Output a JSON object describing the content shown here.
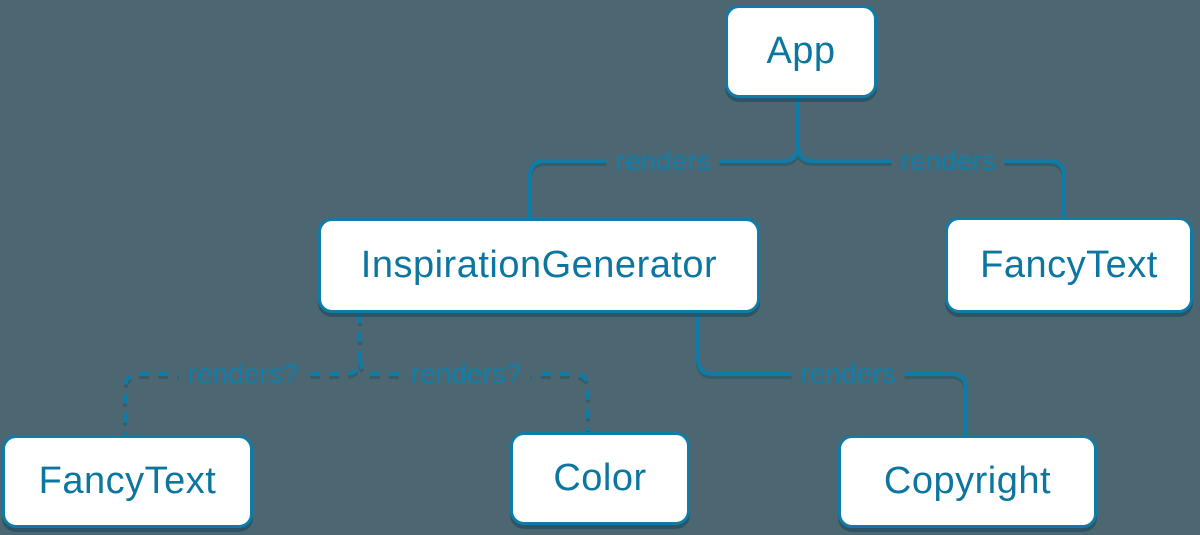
{
  "diagram": {
    "background_color": "#4c6771",
    "line_color": "#0e7ca6",
    "node_text_color": "#0c76a0",
    "edge_label_color": "#0f7fa9",
    "node_fill_color": "#ffffff",
    "nodes": {
      "app": {
        "label": "App"
      },
      "inspiration_generator": {
        "label": "InspirationGenerator"
      },
      "fancy_text_top": {
        "label": "FancyText"
      },
      "fancy_text_bottom": {
        "label": "FancyText"
      },
      "color": {
        "label": "Color"
      },
      "copyright": {
        "label": "Copyright"
      }
    },
    "edges": {
      "app_to_inspiration_generator": {
        "label": "renders",
        "style": "solid"
      },
      "app_to_fancy_text": {
        "label": "renders",
        "style": "solid"
      },
      "inspiration_generator_to_fancy_text": {
        "label": "renders?",
        "style": "dashed"
      },
      "inspiration_generator_to_color": {
        "label": "renders?",
        "style": "dashed"
      },
      "inspiration_generator_to_copyright": {
        "label": "renders",
        "style": "solid"
      }
    }
  }
}
